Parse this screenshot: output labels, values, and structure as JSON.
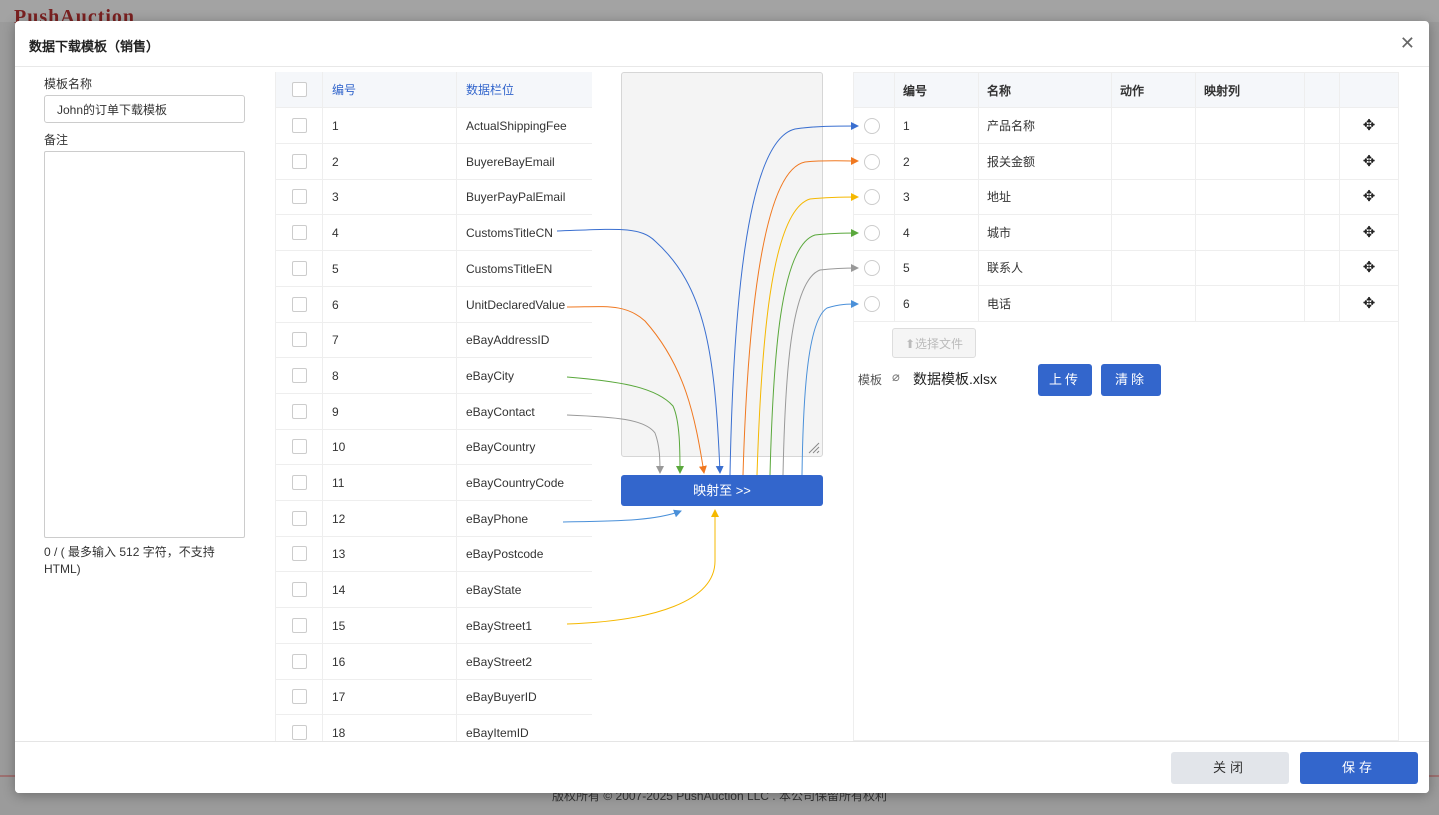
{
  "background": {
    "logo": "PushAuction",
    "footer": "版权所有 © 2007-2025 PushAuction LLC . 本公司保留所有权利"
  },
  "modal": {
    "title": "数据下载模板（销售）",
    "close_icon": "close-icon"
  },
  "form": {
    "name_label": "模板名称",
    "name_value": "John的订单下载模板",
    "remark_label": "备注",
    "remark_hint": "0 / ( 最多输入 512 字符，不支持 HTML)"
  },
  "source_table": {
    "headers": {
      "num": "编号",
      "field": "数据栏位"
    },
    "rows": [
      {
        "num": "1",
        "field": "ActualShippingFee"
      },
      {
        "num": "2",
        "field": "BuyereBayEmail"
      },
      {
        "num": "3",
        "field": "BuyerPayPalEmail"
      },
      {
        "num": "4",
        "field": "CustomsTitleCN"
      },
      {
        "num": "5",
        "field": "CustomsTitleEN"
      },
      {
        "num": "6",
        "field": "UnitDeclaredValue"
      },
      {
        "num": "7",
        "field": "eBayAddressID"
      },
      {
        "num": "8",
        "field": "eBayCity"
      },
      {
        "num": "9",
        "field": "eBayContact"
      },
      {
        "num": "10",
        "field": "eBayCountry"
      },
      {
        "num": "11",
        "field": "eBayCountryCode"
      },
      {
        "num": "12",
        "field": "eBayPhone"
      },
      {
        "num": "13",
        "field": "eBayPostcode"
      },
      {
        "num": "14",
        "field": "eBayState"
      },
      {
        "num": "15",
        "field": "eBayStreet1"
      },
      {
        "num": "16",
        "field": "eBayStreet2"
      },
      {
        "num": "17",
        "field": "eBayBuyerID"
      },
      {
        "num": "18",
        "field": "eBayItemID"
      }
    ]
  },
  "map_button": "映射至 >>",
  "target_table": {
    "headers": {
      "num": "编号",
      "name": "名称",
      "action": "动作",
      "map_col": "映射列"
    },
    "rows": [
      {
        "num": "1",
        "name": "产品名称"
      },
      {
        "num": "2",
        "name": "报关金额"
      },
      {
        "num": "3",
        "name": "地址"
      },
      {
        "num": "4",
        "name": "城市"
      },
      {
        "num": "5",
        "name": "联系人"
      },
      {
        "num": "6",
        "name": "电话"
      }
    ],
    "move_icon": "✥"
  },
  "template_file": {
    "pick_button": "选择文件",
    "label": "模板",
    "file_name": "数据模板.xlsx",
    "upload_button": "上传",
    "clear_button": "清除"
  },
  "footer_buttons": {
    "close": "关闭",
    "save": "保存"
  },
  "colors": {
    "accent": "#3366cc",
    "map_blue": "#3a6fd0",
    "map_orange": "#f07820",
    "map_yellow": "#f5b800",
    "map_green": "#5aa83c",
    "map_gray": "#999999",
    "map_lightblue": "#4a90d9"
  }
}
